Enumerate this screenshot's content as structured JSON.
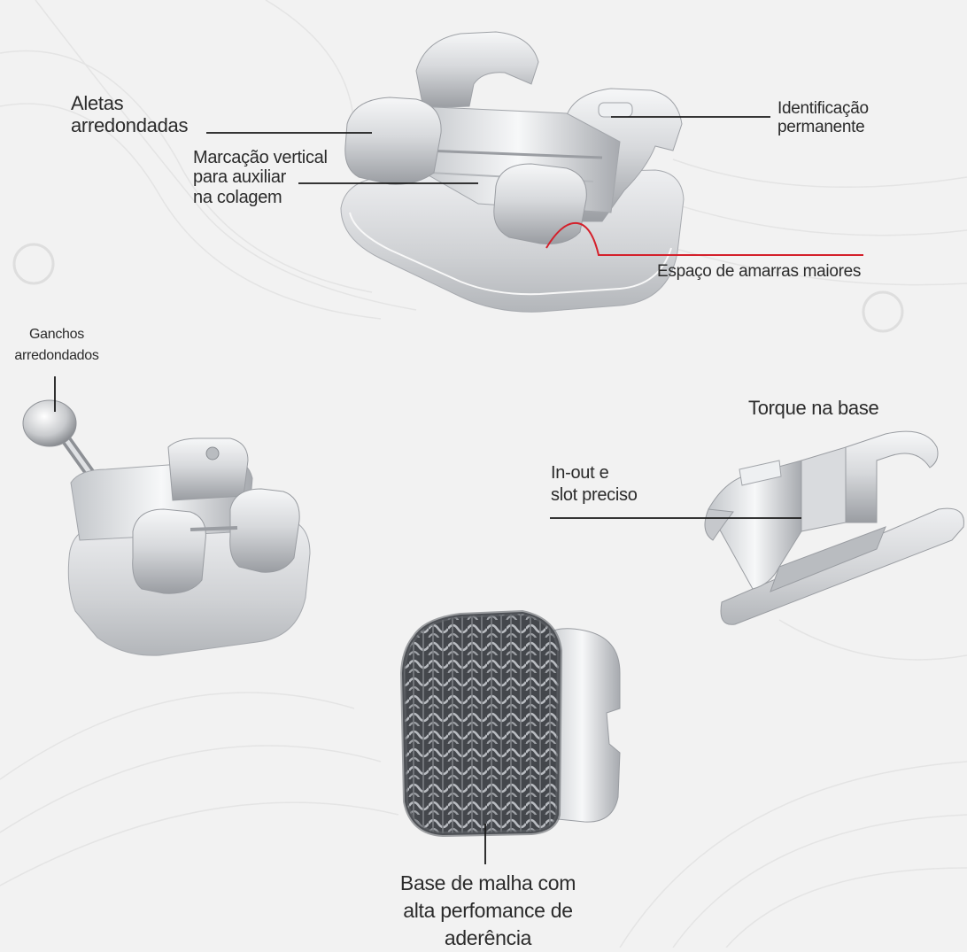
{
  "labels": {
    "aletas": "Aletas\narredondadas",
    "marcacao": "Marcação vertical\npara auxiliar\nna colagem",
    "identificacao": "Identificação\npermanente",
    "espaco": "Espaço de amarras maiores",
    "ganchos": "Ganchos\narredondados",
    "torque": "Torque na base",
    "inout": "In-out e\nslot preciso",
    "base_malha": "Base de malha com\nalta perfomance de\naderência"
  },
  "colors": {
    "background": "#f2f2f2",
    "metal_light": "#e9eaec",
    "metal_mid": "#c9cbcf",
    "metal_dark": "#8e9196",
    "mesh_dark": "#3d3f44",
    "leader_line": "#1a1a1a",
    "accent_red": "#d4202b"
  }
}
